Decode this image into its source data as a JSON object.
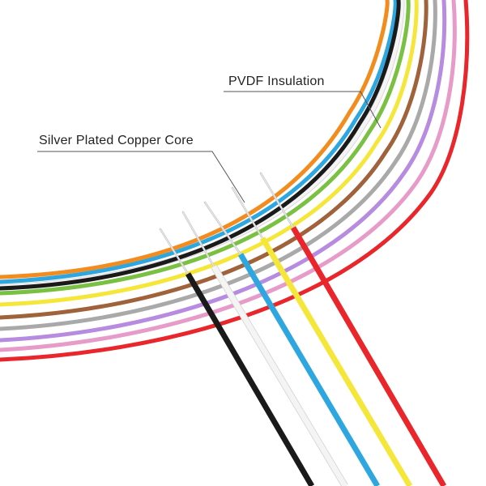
{
  "labels": {
    "insulation": "PVDF Insulation",
    "core": "Silver Plated Copper Core"
  },
  "colors": {
    "orange": "#f28c1e",
    "black": "#1a1a1a",
    "blue": "#2ea7e0",
    "white": "#f4f4f4",
    "green": "#7ac143",
    "yellow": "#f5e63a",
    "brown": "#a0623a",
    "gray": "#a9a9a9",
    "violet": "#b78be0",
    "pink": "#e79bc9",
    "red": "#e8262b",
    "silver": "#c9c9c9",
    "leader": "#555555"
  },
  "straight_wires": [
    "black",
    "white",
    "blue",
    "yellow",
    "red"
  ],
  "loop_wires": [
    "red",
    "pink",
    "violet",
    "gray",
    "brown",
    "yellow",
    "green",
    "white",
    "blue",
    "black",
    "orange"
  ]
}
